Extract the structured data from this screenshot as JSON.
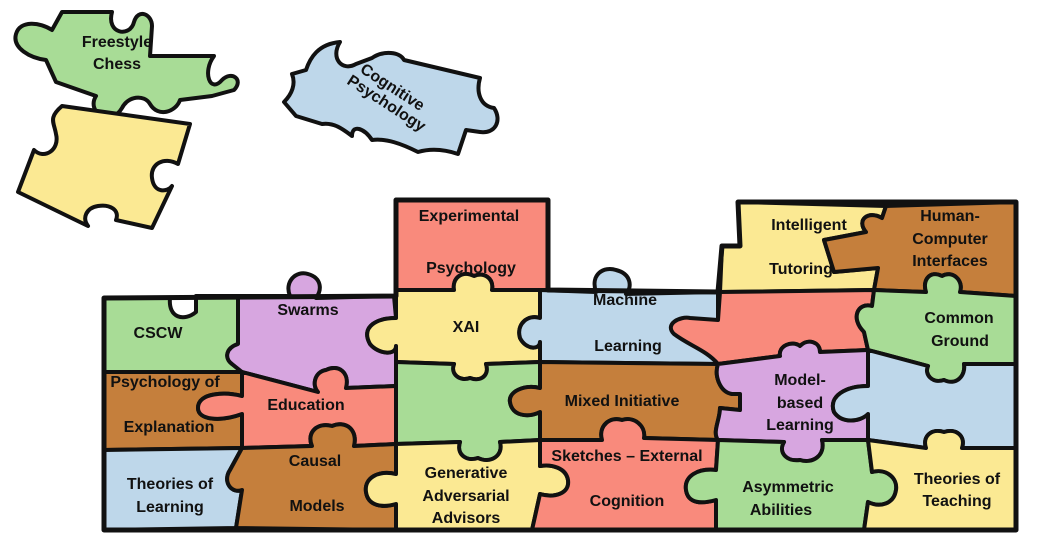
{
  "colors": {
    "green": "#a8dc96",
    "blue": "#bed7ea",
    "yellow": "#fbe993",
    "red": "#f98a7c",
    "purple": "#d7a6e0",
    "brown": "#c57f3c"
  },
  "loose_pieces": {
    "freestyle_chess": [
      "Freestyle",
      "Chess"
    ],
    "cognitive_psychology": [
      "Cognitive",
      "Psychology"
    ],
    "blank_yellow": []
  },
  "pieces": {
    "experimental_psychology": [
      "Experimental",
      "Psychology"
    ],
    "intelligent_tutoring": [
      "Intelligent",
      "Tutoring"
    ],
    "human_computer_interfaces": [
      "Human-",
      "Computer",
      "Interfaces"
    ],
    "cscw": [
      "CSCW"
    ],
    "swarms": [
      "Swarms"
    ],
    "xai": [
      "XAI"
    ],
    "machine_learning": [
      "Machine",
      "Learning"
    ],
    "common_ground": [
      "Common",
      "Ground"
    ],
    "psychology_of_explanation": [
      "Psychology of",
      "Explanation"
    ],
    "education": [
      "Education"
    ],
    "mixed_initiative": [
      "Mixed Initiative"
    ],
    "model_based_learning": [
      "Model-",
      "based",
      "Learning"
    ],
    "theories_of_learning": [
      "Theories of",
      "Learning"
    ],
    "causal_models": [
      "Causal",
      "Models"
    ],
    "generative_adversarial_advisors": [
      "Generative",
      "Adversarial",
      "Advisors"
    ],
    "sketches_external_cognition": [
      "Sketches – External",
      "Cognition"
    ],
    "asymmetric_abilities": [
      "Asymmetric",
      "Abilities"
    ],
    "theories_of_teaching": [
      "Theories of",
      "Teaching"
    ]
  }
}
